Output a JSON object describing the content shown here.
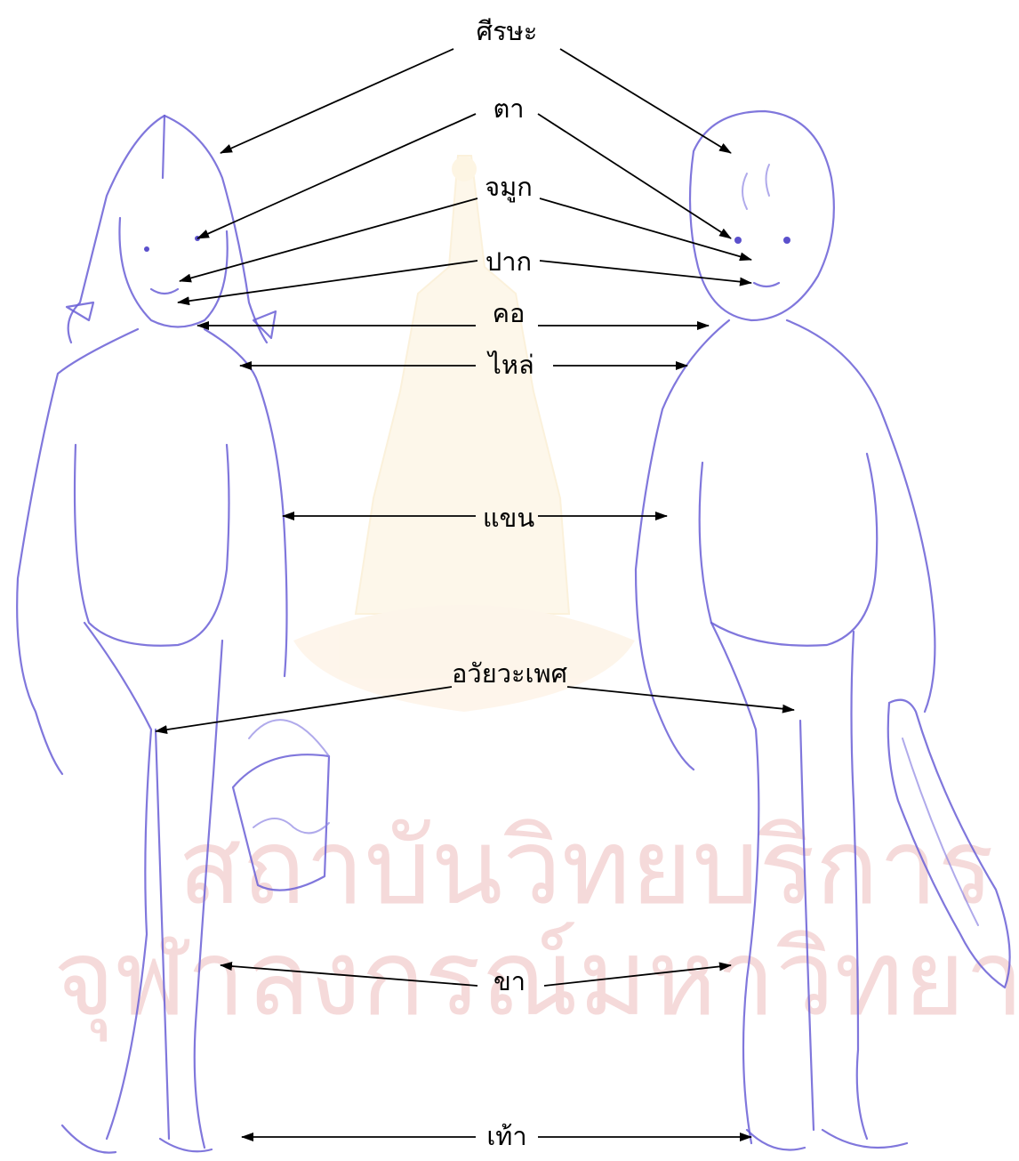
{
  "labels": {
    "head": "ศีรษะ",
    "eye": "ตา",
    "nose": "จมูก",
    "mouth": "ปาก",
    "neck": "คอ",
    "shoulder": "ไหล่",
    "arm": "แขน",
    "genitals": "อวัยวะเพศ",
    "leg": "ขา",
    "foot": "เท้า"
  },
  "watermark": {
    "line1": "สถาบันวิทยบริการ",
    "line2": "จุฬาลงกรณ์มหาวิทยาลัย"
  },
  "colors": {
    "drawing": "#6a5fd6",
    "watermark": "#f5dada",
    "arrows": "#000000"
  }
}
